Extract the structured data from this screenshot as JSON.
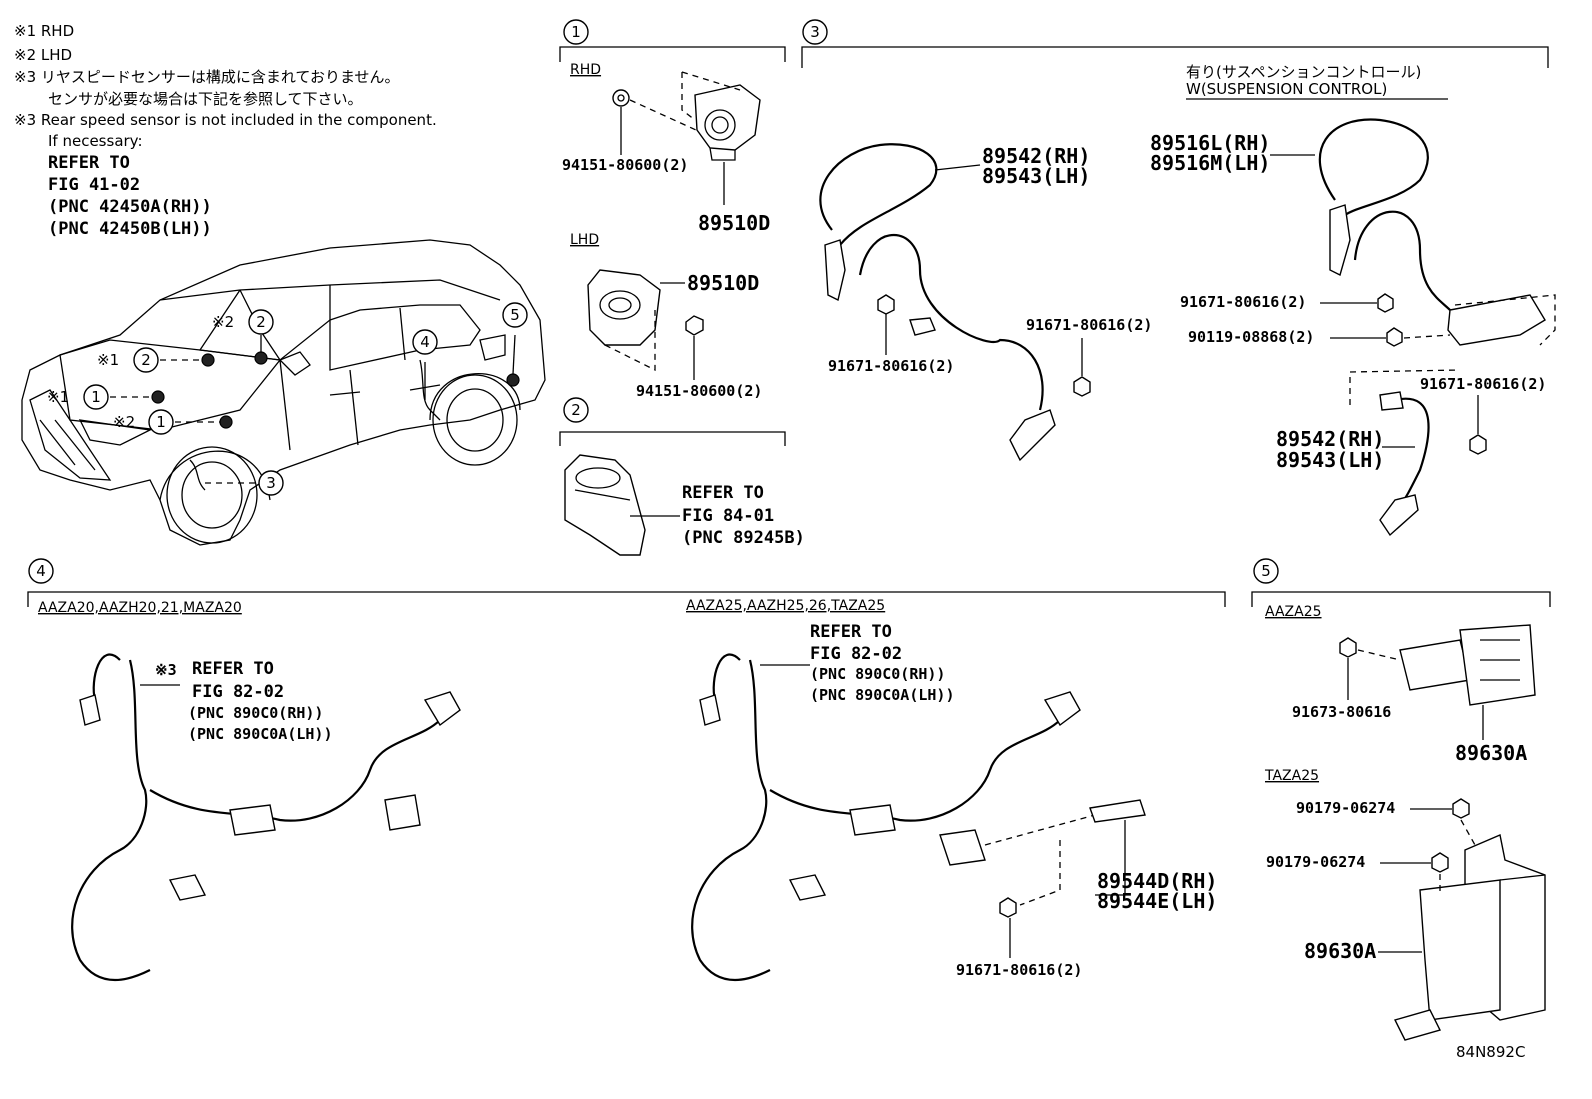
{
  "notes": {
    "n1": "※1 RHD",
    "n2": "※2 LHD",
    "n3a": "※3 リヤスピードセンサーは構成に含まれておりません。",
    "n3b": "センサが必要な場合は下記を参照して下さい。",
    "n3c": "※3 Rear speed sensor is not included in the component.",
    "n3d": "If necessary:",
    "ref1": "REFER TO",
    "ref2": "FIG 41-02",
    "ref3": "(PNC 42450A(RH))",
    "ref4": "(PNC 42450B(LH))"
  },
  "car": {
    "m1a": "※1",
    "m1b": "※1",
    "m2a": "※2",
    "m2b": "※2",
    "c1": "1",
    "c2": "2",
    "c3": "3",
    "c4": "4",
    "c5": "5",
    "c6": "1",
    "c7": "2"
  },
  "sec1": {
    "num": "1",
    "rhd": "RHD",
    "lhd": "LHD",
    "p_rhd_bolt": "94151-80600(2)",
    "p_rhd_sensor": "89510D",
    "p_lhd_sensor": "89510D",
    "p_lhd_bolt": "94151-80600(2)"
  },
  "sec2": {
    "num": "2",
    "r1": "REFER TO",
    "r2": "FIG 84-01",
    "r3": "(PNC 89245B)"
  },
  "sec3": {
    "num": "3",
    "jp": "有り(サスペンションコントロール)",
    "en": "W(SUSPENSION CONTROL)",
    "a_rh": "89542(RH)",
    "a_lh": "89543(LH)",
    "a_b1": "91671-80616(2)",
    "a_b2": "91671-80616(2)",
    "b_rh": "89516L(RH)",
    "b_lh": "89516M(LH)",
    "b_b1": "91671-80616(2)",
    "b_b2": "90119-08868(2)",
    "b_b3": "91671-80616(2)",
    "c_rh": "89542(RH)",
    "c_lh": "89543(LH)"
  },
  "sec4": {
    "num": "4",
    "left_models": "AAZA20,AAZH20,21,MAZA20",
    "right_models": "AAZA25,AAZH25,26,TAZA25",
    "l_mark": "※3",
    "l_r1": "REFER TO",
    "l_r2": "FIG 82-02",
    "l_r3": "(PNC 890C0(RH))",
    "l_r4": "(PNC 890C0A(LH))",
    "r_r1": "REFER TO",
    "r_r2": "FIG 82-02",
    "r_r3": "(PNC 890C0(RH))",
    "r_r4": "(PNC 890C0A(LH))",
    "p_rh": "89544D(RH)",
    "p_lh": "89544E(LH)",
    "p_bolt": "91671-80616(2)"
  },
  "sec5": {
    "num": "5",
    "aaza": "AAZA25",
    "taza": "TAZA25",
    "a_bolt": "91673-80616",
    "a_ecu": "89630A",
    "t_n1": "90179-06274",
    "t_n2": "90179-06274",
    "t_ecu": "89630A"
  },
  "code": "84N892C"
}
